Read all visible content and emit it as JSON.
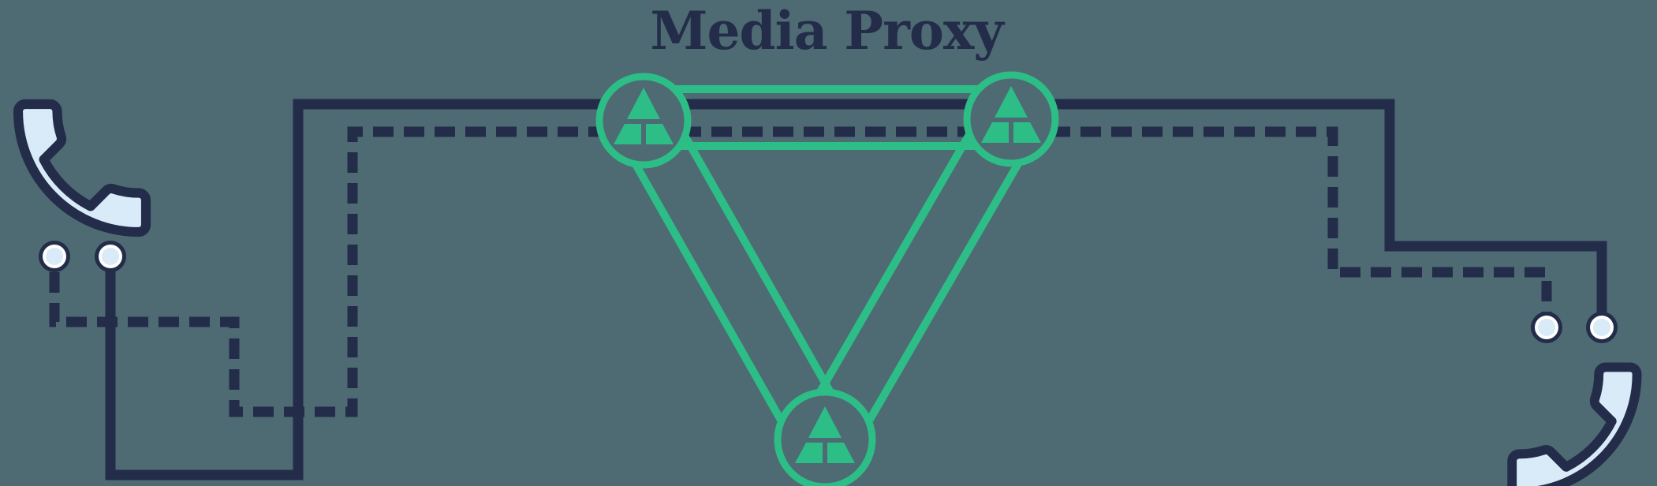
{
  "title": "Media Proxy",
  "diagram": {
    "nodes": [
      {
        "id": "proxy-node-left",
        "icon": "proxy-server-icon"
      },
      {
        "id": "proxy-node-right",
        "icon": "proxy-server-icon"
      },
      {
        "id": "proxy-node-bottom",
        "icon": "proxy-server-icon"
      }
    ],
    "endpoints": [
      {
        "id": "phone-left",
        "icon": "phone-icon",
        "ports": 2
      },
      {
        "id": "phone-right",
        "icon": "phone-icon",
        "ports": 2
      }
    ],
    "connections": [
      {
        "style": "solid",
        "from": "phone-left",
        "to": "phone-right",
        "via": "proxy-mesh"
      },
      {
        "style": "dashed",
        "from": "phone-left",
        "to": "phone-right",
        "via": "proxy-mesh"
      }
    ],
    "colors": {
      "background": "#4E6A73",
      "line": "#232C48",
      "accent_green": "#2CBE86",
      "phone_fill": "#D9EAF9",
      "port_inner": "#FFFFFF"
    }
  }
}
